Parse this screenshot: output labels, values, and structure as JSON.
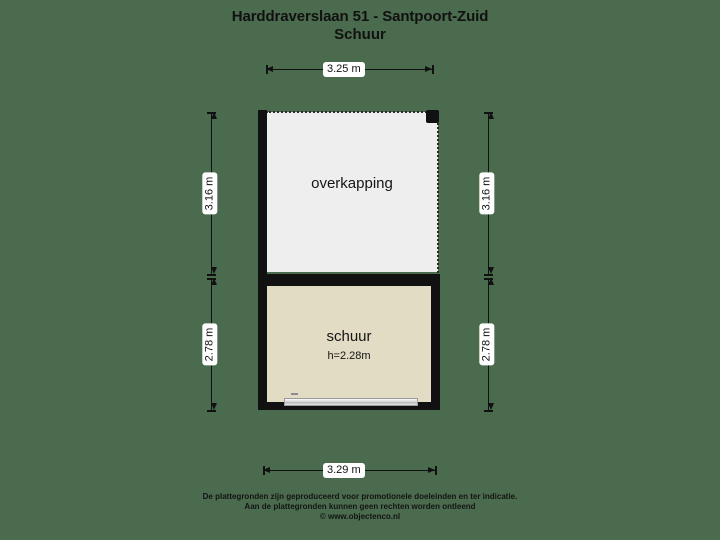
{
  "header": {
    "title": "Harddraverslaan 51 - Santpoort-Zuid",
    "subtitle": "Schuur"
  },
  "rooms": {
    "overkapping": {
      "label": "overkapping",
      "fill": "#eeeeee"
    },
    "schuur": {
      "label": "schuur",
      "height_label": "h=2.28m",
      "fill": "#e2dcc4"
    }
  },
  "dimensions": {
    "top": "3.25 m",
    "bottom": "3.29 m",
    "left_upper": "3.16 m",
    "left_lower": "2.78 m",
    "right_upper": "3.16 m",
    "right_lower": "2.78 m"
  },
  "footer": {
    "line1": "De plattegronden zijn geproduceerd voor promotionele doeleinden en ter indicatie.",
    "line2": "Aan de plattegronden kunnen geen rechten worden ontleend",
    "line3": "© www.objectenco.nl"
  },
  "colors": {
    "background": "#4a6b4d",
    "wall": "#111111",
    "text": "#141414"
  }
}
